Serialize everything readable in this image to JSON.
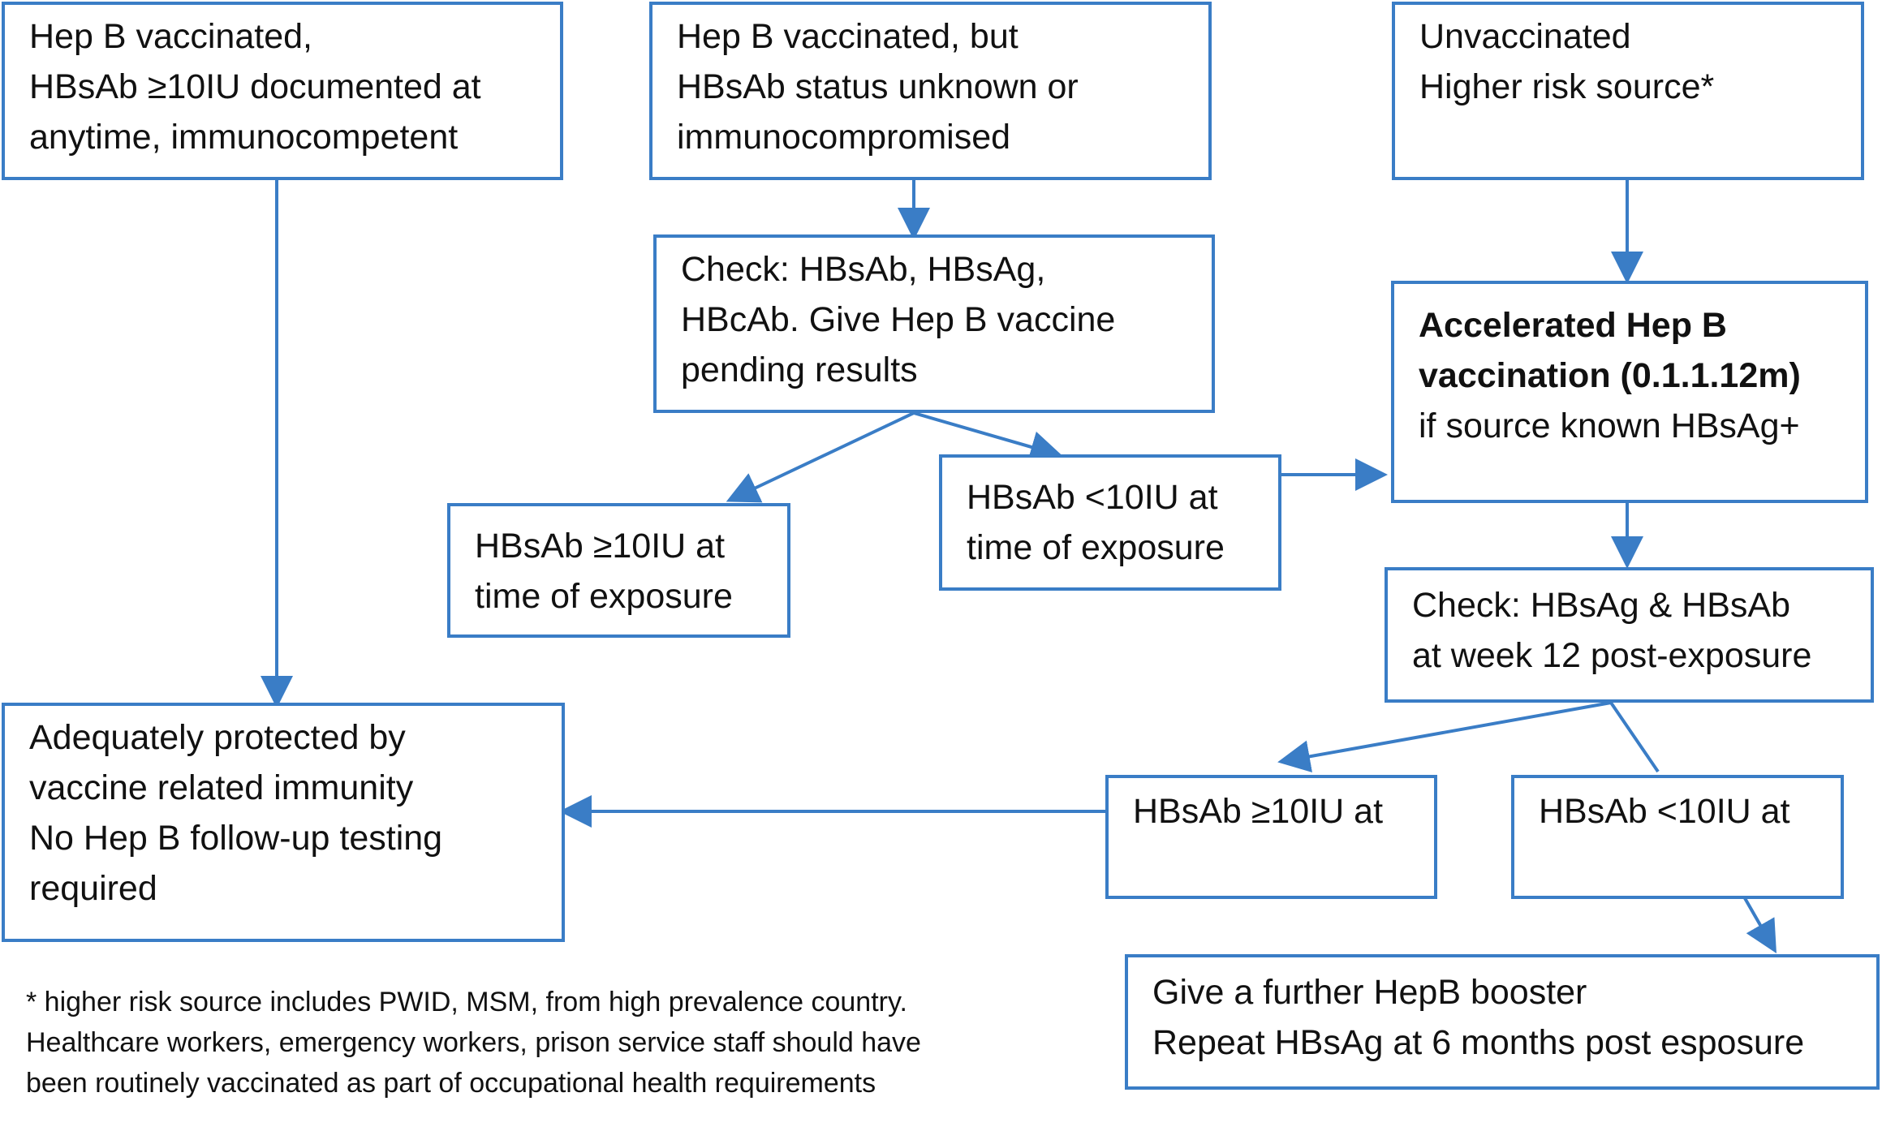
{
  "colors": {
    "accent": "#3a7dc6",
    "text": "#111111",
    "background": "#ffffff"
  },
  "nodes": {
    "vaccinated_documented": {
      "lines": [
        "Hep B vaccinated,",
        "HBsAb ≥10IU documented at",
        "anytime, immunocompetent"
      ]
    },
    "vaccinated_unknown": {
      "lines": [
        "Hep B vaccinated, but",
        "HBsAb status unknown or",
        "immunocompromised"
      ]
    },
    "unvaccinated": {
      "lines": [
        "Unvaccinated",
        "Higher risk source*"
      ]
    },
    "check_initial": {
      "lines": [
        "Check: HBsAb, HBsAg,",
        "HBcAb. Give Hep B vaccine",
        "pending results"
      ]
    },
    "accelerated": {
      "bold_lines": [
        "Accelerated Hep B",
        "vaccination (0.1.1.12m)"
      ],
      "lines": [
        "if source known HBsAg+"
      ]
    },
    "hbsab_high_exposure": {
      "lines": [
        "HBsAb ≥10IU at",
        "time of exposure"
      ]
    },
    "hbsab_low_exposure": {
      "lines": [
        "HBsAb <10IU at",
        "time of exposure"
      ]
    },
    "check_week12": {
      "lines": [
        "Check: HBsAg & HBsAb",
        "at week 12 post-exposure"
      ]
    },
    "adequately_protected": {
      "lines": [
        "Adequately protected by",
        "vaccine related immunity",
        "No Hep B follow-up testing",
        "required"
      ]
    },
    "hbsab_high_week12": {
      "lines": [
        "HBsAb ≥10IU at"
      ]
    },
    "hbsab_low_week12": {
      "lines": [
        "HBsAb <10IU at"
      ]
    },
    "booster": {
      "lines": [
        "Give a further HepB booster",
        "Repeat HBsAg at 6 months post esposure"
      ]
    }
  },
  "footnote": {
    "lines": [
      "* higher risk source includes PWID, MSM, from high prevalence country.",
      "Healthcare workers, emergency workers, prison service staff should have",
      "been routinely vaccinated as part of occupational health requirements"
    ]
  },
  "edges": [
    {
      "from": "vaccinated_documented",
      "to": "adequately_protected",
      "arrow": true
    },
    {
      "from": "vaccinated_unknown",
      "to": "check_initial",
      "arrow": true
    },
    {
      "from": "unvaccinated",
      "to": "accelerated",
      "arrow": true
    },
    {
      "from": "check_initial",
      "to": "hbsab_high_exposure",
      "arrow": true
    },
    {
      "from": "check_initial",
      "to": "hbsab_low_exposure",
      "arrow": true
    },
    {
      "from": "hbsab_low_exposure",
      "to": "accelerated",
      "arrow": true
    },
    {
      "from": "accelerated",
      "to": "check_week12",
      "arrow": true
    },
    {
      "from": "check_week12",
      "to": "hbsab_high_week12",
      "arrow": true
    },
    {
      "from": "check_week12",
      "to": "hbsab_low_week12",
      "arrow": false
    },
    {
      "from": "hbsab_high_week12",
      "to": "adequately_protected",
      "arrow": true
    },
    {
      "from": "hbsab_low_week12",
      "to": "booster",
      "arrow": true
    }
  ]
}
